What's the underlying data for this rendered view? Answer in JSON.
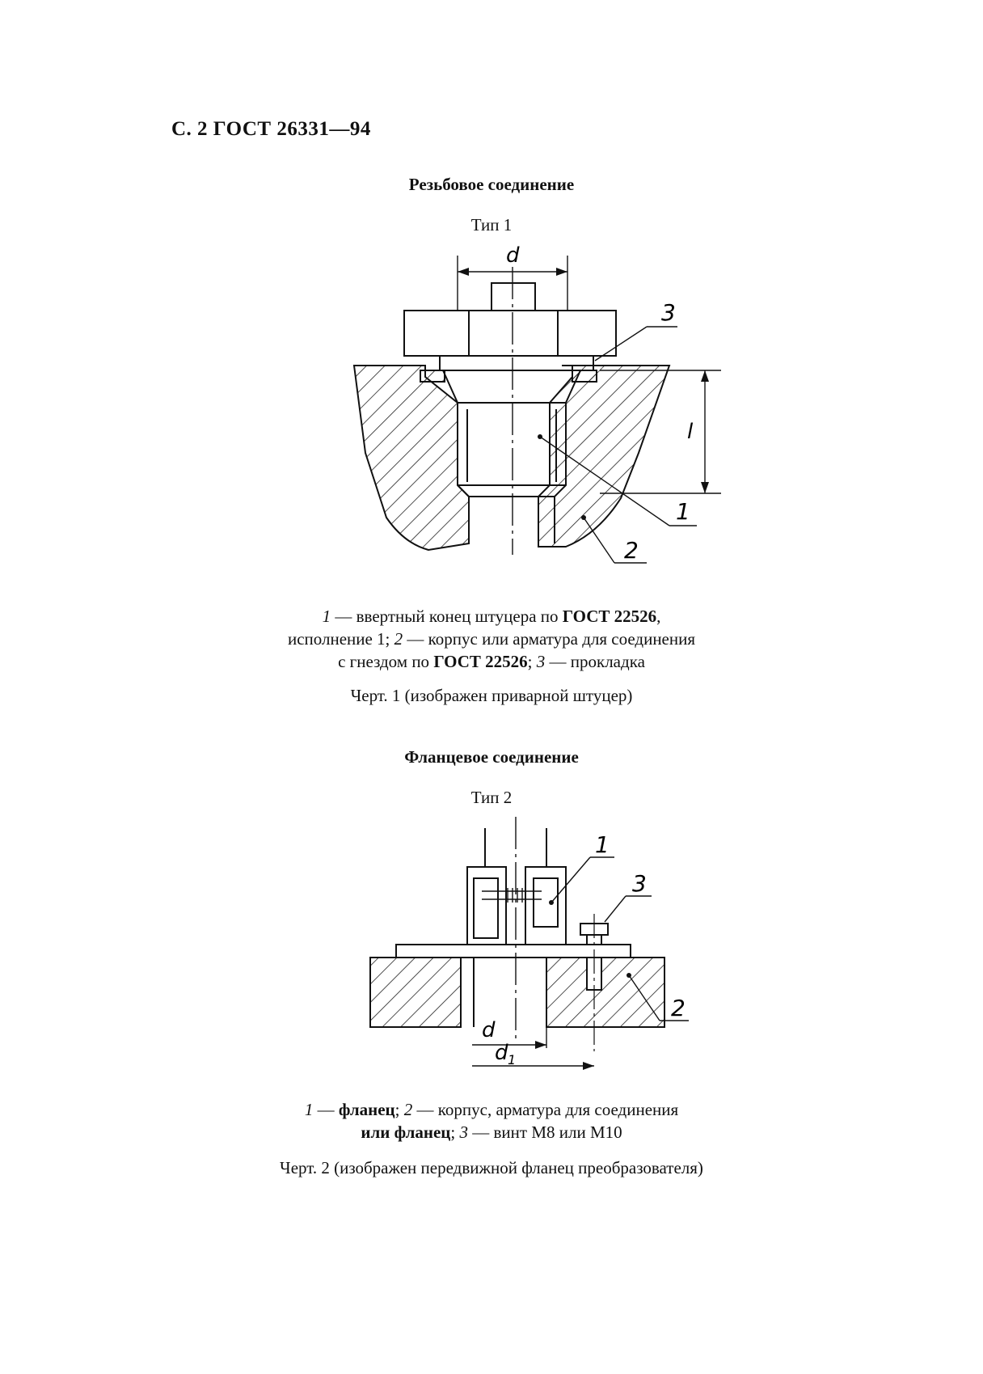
{
  "header": "С. 2 ГОСТ 26331—94",
  "section1": {
    "title": "Резьбовое соединение",
    "type_label": "Тип 1",
    "figure": {
      "label_d": "d",
      "label_l": "l",
      "callout_1": "1",
      "callout_2": "2",
      "callout_3": "3"
    },
    "caption": {
      "n1": "1",
      "t1": " — ввертный конец штуцера по ",
      "g1": "ГОСТ 22526",
      "t2": ",",
      "t3": "исполнение 1; ",
      "n2": "2",
      "t4": " — корпус или арматура для соединения",
      "t5": "с гнездом по ",
      "g2": "ГОСТ 22526",
      "t6": "; ",
      "n3": "3",
      "t7": " — прокладка"
    },
    "chert": "Черт. 1 (изображен приварной штуцер)"
  },
  "section2": {
    "title": "Фланцевое соединение",
    "type_label": "Тип 2",
    "figure": {
      "label_d": "d",
      "label_d1": "d",
      "label_d1_sub": "1",
      "callout_1": "1",
      "callout_2": "2",
      "callout_3": "3"
    },
    "caption": {
      "n1": "1",
      "t1": " — ",
      "w1": "фланец",
      "t2": "; ",
      "n2": "2",
      "t3": " — корпус, арматура для соединения",
      "w2": "или фланец",
      "t4": "; ",
      "n3": "3",
      "t5": " — винт М8 или М10"
    },
    "chert": "Черт. 2 (изображен передвижной фланец преобразователя)"
  }
}
